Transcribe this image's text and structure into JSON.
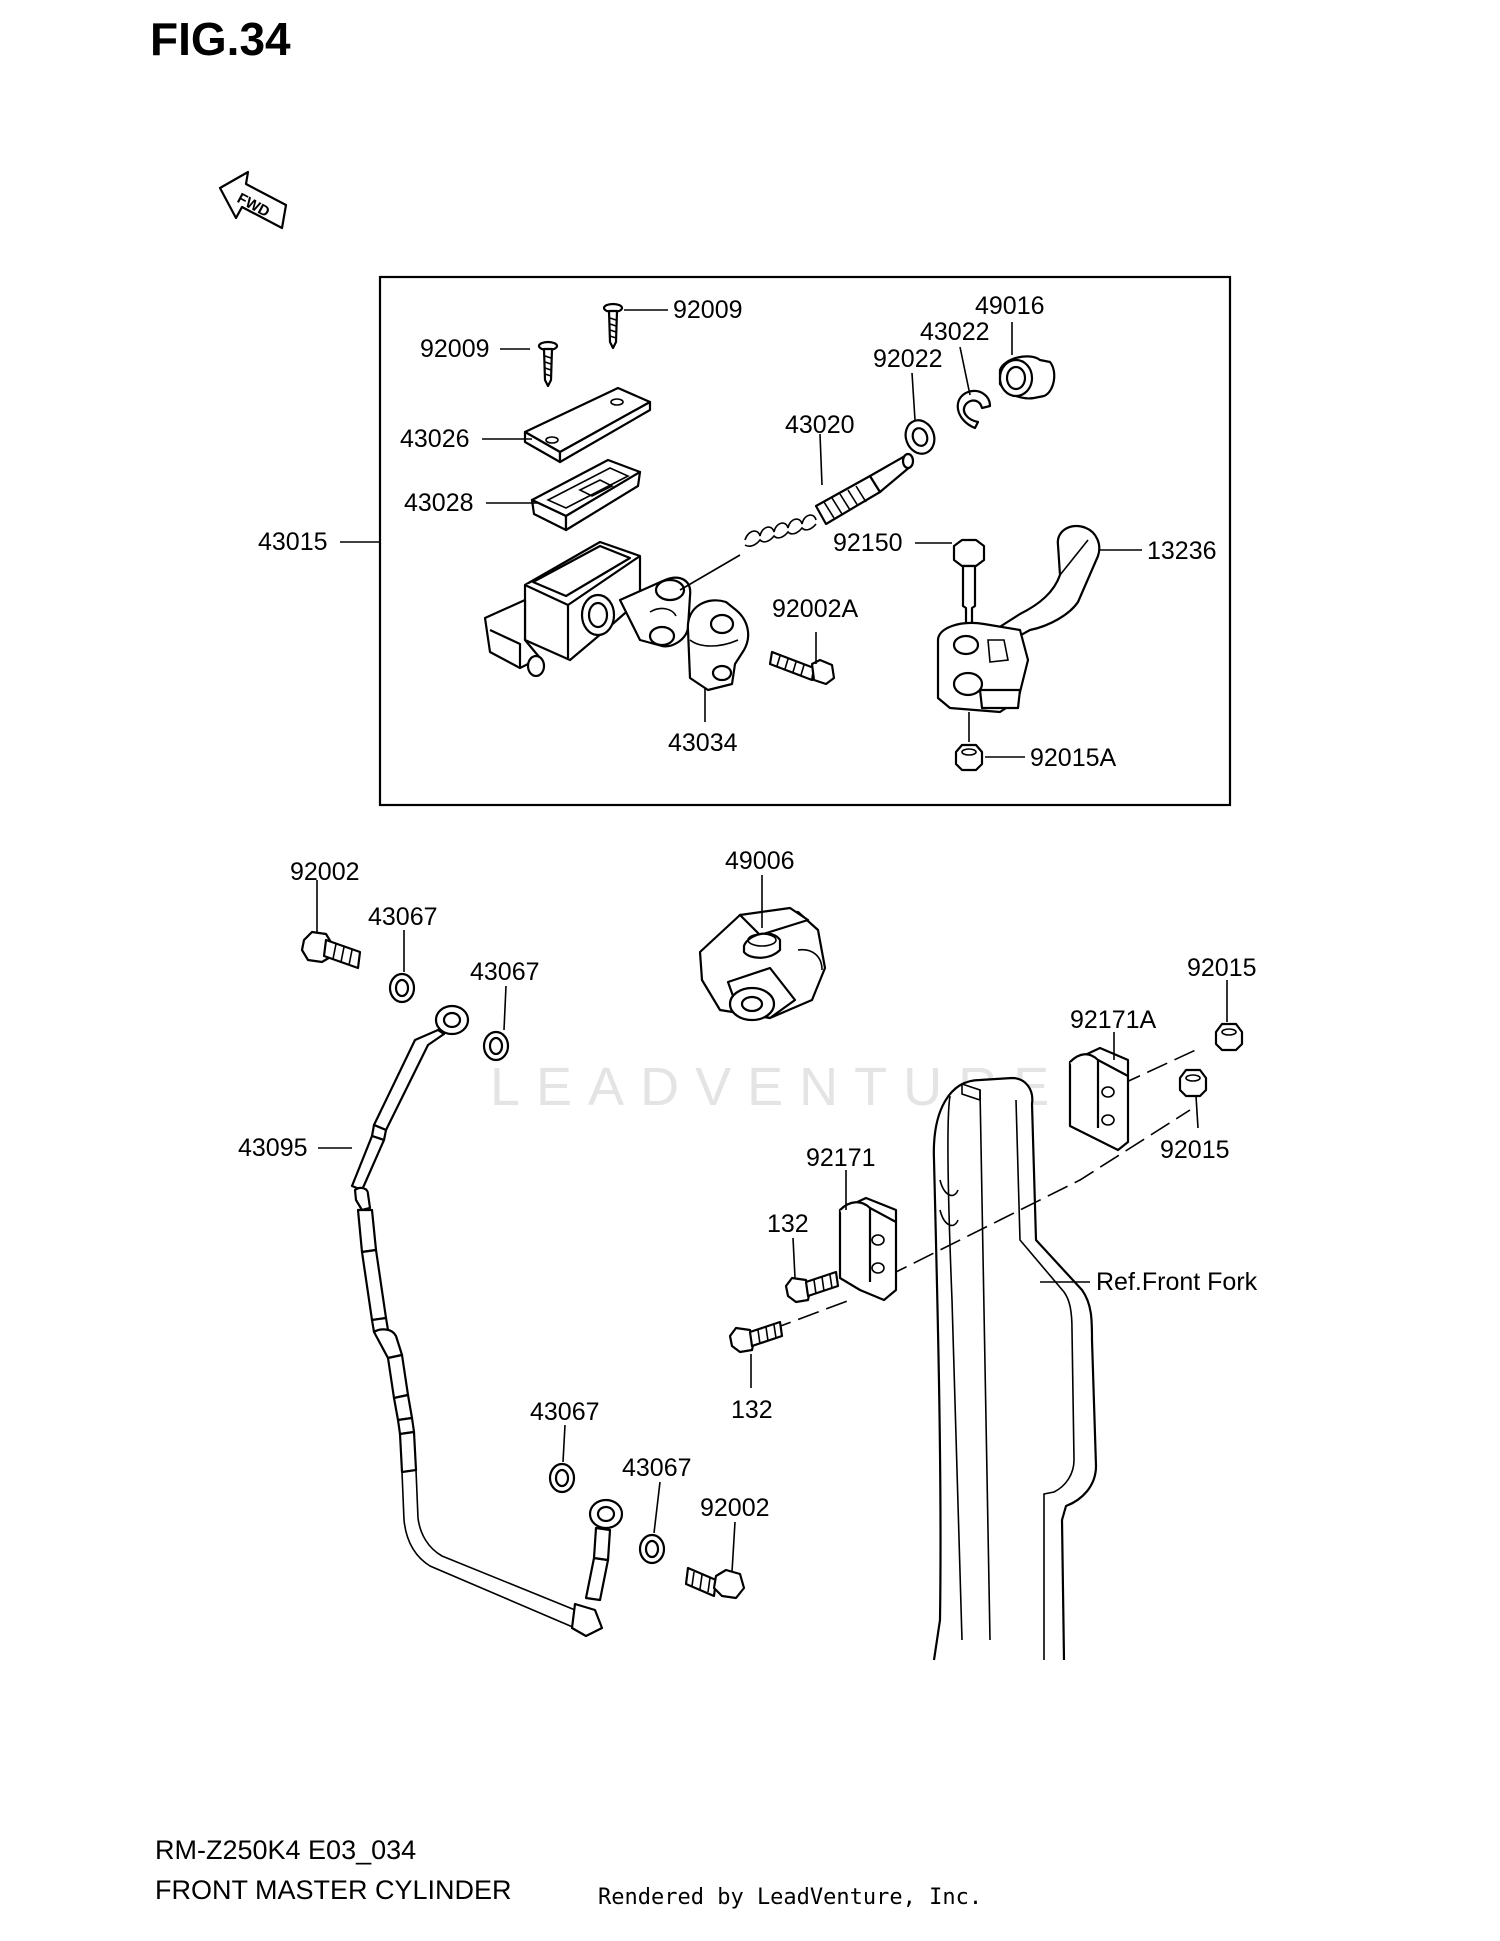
{
  "figure_title": "FIG.34",
  "fwd_label": "FWD",
  "watermark": "LEADVENTURE",
  "footer": {
    "model_code": "RM-Z250K4 E03_034",
    "section_name": "FRONT MASTER CYLINDER",
    "rendered_by": "Rendered by LeadVenture, Inc."
  },
  "callouts": {
    "c92009a": "92009",
    "c92009b": "92009",
    "c49016": "49016",
    "c43022": "43022",
    "c92022": "92022",
    "c43026": "43026",
    "c43020": "43020",
    "c43028": "43028",
    "c43015": "43015",
    "c92150": "92150",
    "c13236": "13236",
    "c92002A": "92002A",
    "c43034": "43034",
    "c92015A": "92015A",
    "c92002a": "92002",
    "c49006": "49006",
    "c43067a": "43067",
    "c43067b": "43067",
    "c92015a": "92015",
    "c92171A": "92171A",
    "c43095": "43095",
    "c92171": "92171",
    "c92015b": "92015",
    "c132a": "132",
    "refFork": "Ref.Front Fork",
    "c132b": "132",
    "c43067c": "43067",
    "c43067d": "43067",
    "c92002b": "92002"
  }
}
